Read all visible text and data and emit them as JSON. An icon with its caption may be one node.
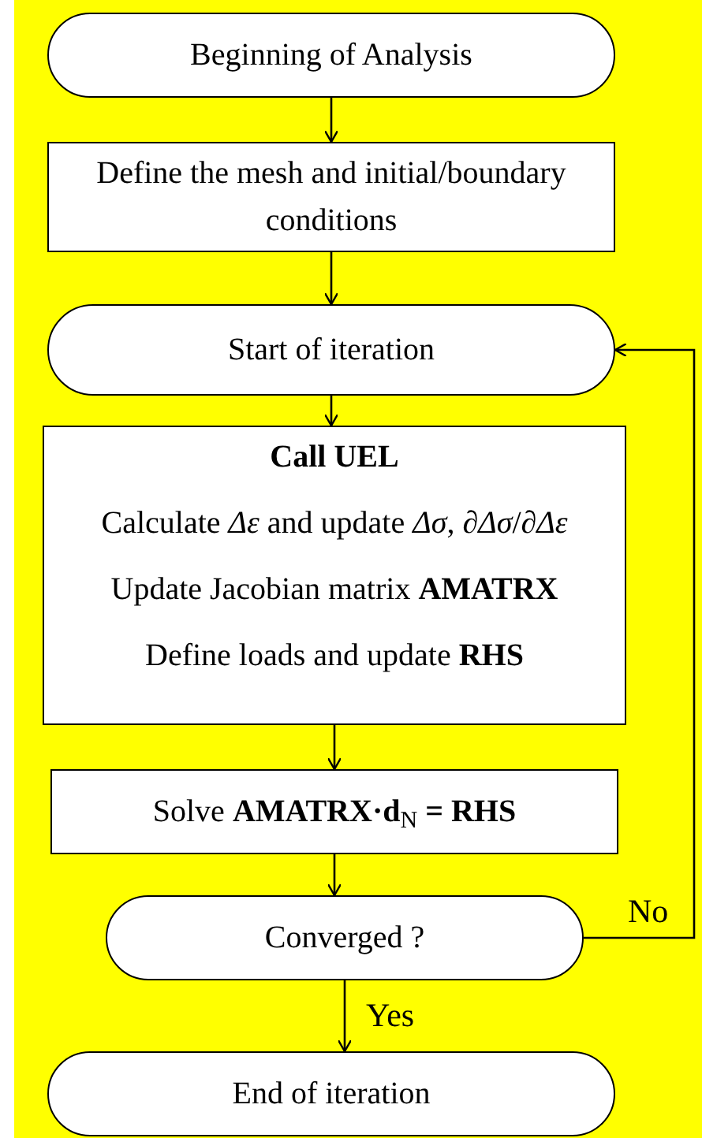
{
  "diagram": {
    "nodes": [
      {
        "text": [
          "Beginning  of Analysis"
        ]
      },
      {
        "text": [
          "Define the mesh and initial/boundary  conditions"
        ]
      },
      {
        "text": [
          "Start of iteration"
        ]
      },
      {
        "text": [
          "Call UEL",
          "Calculate *Δε* and update *Δσ*, ∂*Δσ*/∂*Δε*",
          "Update Jacobian matrix **AMATRX**",
          "Define loads and update **RHS**"
        ]
      },
      {
        "text": [
          "Solve **AMATRX·d**$_{N}$ **= RHS**"
        ]
      },
      {
        "text": [
          "Converged ?"
        ]
      },
      {
        "text": [
          "End of iteration"
        ]
      }
    ],
    "edges": [
      {
        "from": 0,
        "to": 1,
        "arrow": "to"
      },
      {
        "from": 1,
        "to": 2,
        "arrow": "to"
      },
      {
        "from": 2,
        "to": 3,
        "arrow": "to"
      },
      {
        "from": 3,
        "to": 4,
        "arrow": "to"
      },
      {
        "from": 4,
        "to": 5,
        "arrow": "to"
      },
      {
        "from": 5,
        "to": 6,
        "label": "Yes",
        "arrow": "to"
      },
      {
        "from": 5,
        "to": 2,
        "label": "No",
        "arrow": "to"
      }
    ]
  }
}
